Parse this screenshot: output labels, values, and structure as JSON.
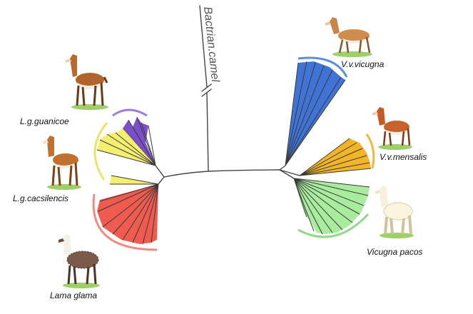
{
  "outgroup": {
    "label": "Bactrian.camel"
  },
  "clades": [
    {
      "id": "lg-guanicoe",
      "label": "L.g.guanicoe",
      "color": "#7b4fc9",
      "arc_color": "#9a7fd6",
      "animal": "guanaco"
    },
    {
      "id": "lg-cacsilencis",
      "label": "L.g.cacsilencis",
      "color": "#f4ef6e",
      "arc_color": "#eee36a",
      "animal": "guanaco"
    },
    {
      "id": "lama-glama",
      "label": "Lama glama",
      "color": "#ef5b4f",
      "arc_color": "#f08a82",
      "animal": "llama"
    },
    {
      "id": "vv-vicugna",
      "label": "V.v.vicugna",
      "color": "#3f73d6",
      "arc_color": "#5a8ee0",
      "animal": "vicuna"
    },
    {
      "id": "vv-mensalis",
      "label": "V.v.mensalis",
      "color": "#f2b52a",
      "arc_color": "#f0b838",
      "animal": "vicuna"
    },
    {
      "id": "vicugna-pacos",
      "label": "Vicugna pacos",
      "color": "#a9ec9e",
      "arc_color": "#8fd98a",
      "animal": "alpaca"
    }
  ],
  "icons": {
    "guanaco": "guanaco-icon",
    "llama": "llama-icon",
    "vicuna": "vicuna-icon",
    "alpaca": "alpaca-icon"
  }
}
